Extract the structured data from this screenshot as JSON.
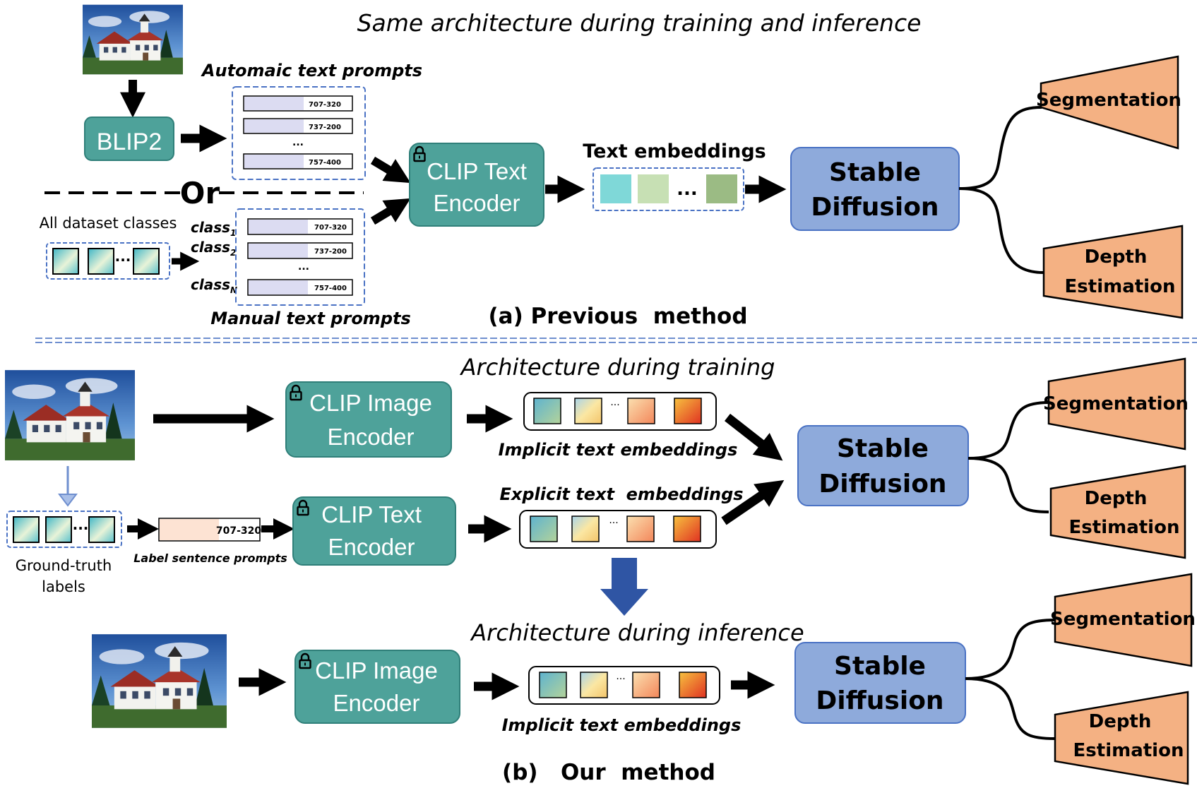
{
  "top_title": "Same architecture during training and inference",
  "section_a": {
    "auto_prompts_label": "Automaic text prompts",
    "blip2_label": "BLIP2",
    "auto_prompt_tags": [
      "707-320",
      "737-200",
      "757-400"
    ],
    "auto_ellipsis": "...",
    "or_label": "Or",
    "all_classes_label": "All dataset classes",
    "class_labels": [
      {
        "base": "class",
        "sub": "1"
      },
      {
        "base": "class",
        "sub": "2"
      },
      {
        "base": "class",
        "sub": "N"
      }
    ],
    "manual_prompt_tags": [
      "707-320",
      "737-200",
      "757-400"
    ],
    "manual_ellipsis": "...",
    "manual_prompts_label": "Manual text prompts",
    "clip_text_encoder": [
      "CLIP Text",
      "Encoder"
    ],
    "text_embeddings_label": "Text embeddings",
    "embed_ellipsis": "...",
    "stable_diffusion": [
      "Stable",
      "Diffusion"
    ],
    "segmentation": "Segmentation",
    "depth": [
      "Depth",
      "Estimation"
    ],
    "caption": "(a) Previous  method"
  },
  "section_b_train": {
    "title": "Architecture during training",
    "clip_image_encoder": [
      "CLIP Image",
      "Encoder"
    ],
    "implicit_label": "Implicit text embeddings",
    "explicit_label": "Explicit text  embeddings",
    "clip_text_encoder": [
      "CLIP Text",
      "Encoder"
    ],
    "label_tag": "707-320",
    "label_sentence_caption": "Label sentence prompts",
    "gt_labels": [
      "Ground-truth",
      "labels"
    ],
    "stable_diffusion": [
      "Stable",
      "Diffusion"
    ],
    "segmentation": "Segmentation",
    "depth": [
      "Depth",
      "Estimation"
    ]
  },
  "section_b_infer": {
    "title": "Architecture during inference",
    "clip_image_encoder": [
      "CLIP Image",
      "Encoder"
    ],
    "implicit_label": "Implicit text embeddings",
    "stable_diffusion": [
      "Stable",
      "Diffusion"
    ],
    "segmentation": "Segmentation",
    "depth": [
      "Depth",
      "Estimation"
    ],
    "caption": "(b)   Our  method"
  },
  "dots": "···",
  "colors": {
    "teal_box": "#4ea29a",
    "teal_border": "#2f7f79",
    "blue_box": "#8eaadb",
    "blue_border": "#4a72c4",
    "orange_head": "#f4b183",
    "prompt_bar": "#dcdcf2",
    "label_bar": "#fde3d3",
    "embed_cyan": "#7fd8d8",
    "embed_light_green": "#c7e0b4",
    "embed_green": "#9bbb84",
    "down_arrow": "#2f55a4"
  }
}
